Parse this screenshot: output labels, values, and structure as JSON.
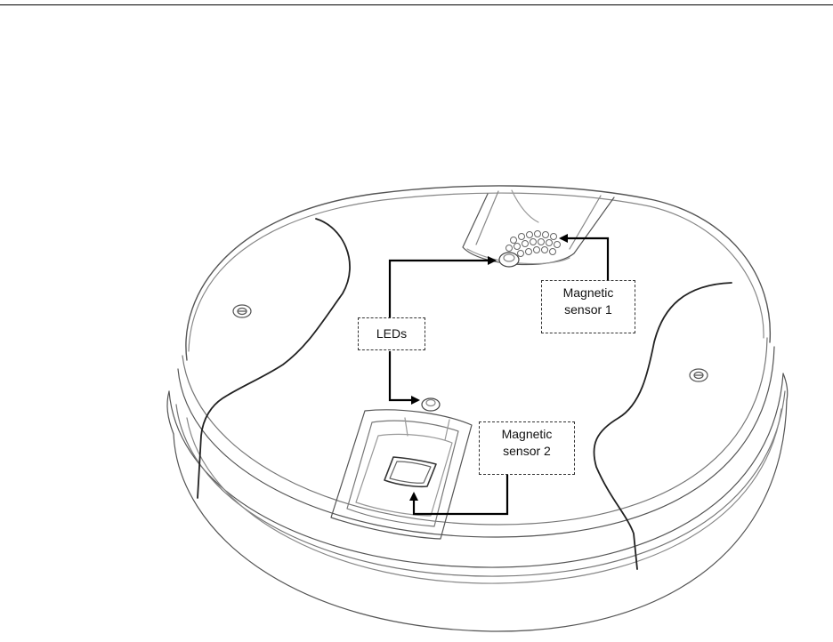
{
  "callouts": {
    "leds": "LEDs",
    "sensor1_line1": "Magnetic",
    "sensor1_line2": "sensor 1",
    "sensor2_line1": "Magnetic",
    "sensor2_line2": "sensor 2"
  }
}
